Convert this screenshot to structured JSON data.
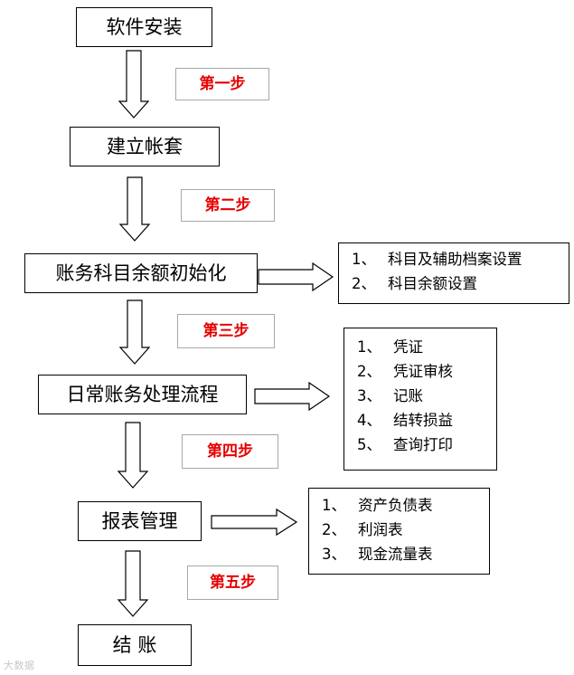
{
  "steps": [
    {
      "label": "软件安装"
    },
    {
      "label": "建立帐套"
    },
    {
      "label": "账务科目余额初始化"
    },
    {
      "label": "日常账务处理流程"
    },
    {
      "label": "报表管理"
    },
    {
      "label": "结 账"
    }
  ],
  "step_labels": [
    "第一步",
    "第二步",
    "第三步",
    "第四步",
    "第五步"
  ],
  "notes": [
    {
      "items": [
        {
          "num": "1、",
          "text": "科目及辅助档案设置"
        },
        {
          "num": "2、",
          "text": "科目余额设置"
        }
      ]
    },
    {
      "items": [
        {
          "num": "1、",
          "text": "凭证"
        },
        {
          "num": "2、",
          "text": "凭证审核"
        },
        {
          "num": "3、",
          "text": "记账"
        },
        {
          "num": "4、",
          "text": "结转损益"
        },
        {
          "num": "5、",
          "text": "查询打印"
        }
      ]
    },
    {
      "items": [
        {
          "num": "1、",
          "text": "资产负债表"
        },
        {
          "num": "2、",
          "text": "利润表"
        },
        {
          "num": "3、",
          "text": "现金流量表"
        }
      ]
    }
  ],
  "watermark": "大数据"
}
